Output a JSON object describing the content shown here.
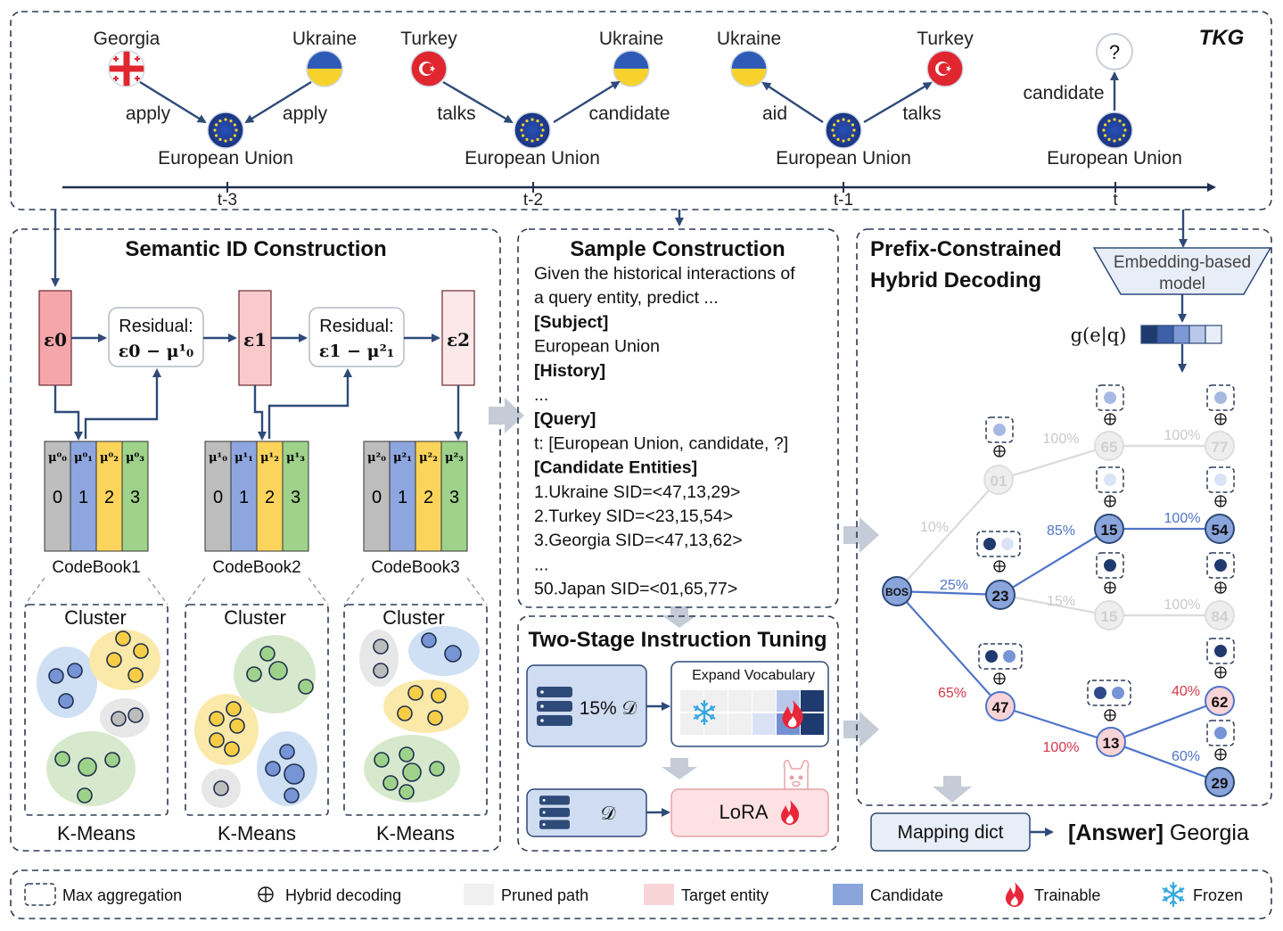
{
  "tkg": {
    "title": "TKG",
    "times": [
      "t-3",
      "t-2",
      "t-1",
      "t"
    ],
    "groups": [
      {
        "left": "Georgia",
        "right": "Ukraine",
        "left_rel": "apply",
        "right_rel": "apply",
        "center": "European Union"
      },
      {
        "left": "Turkey",
        "right": "Ukraine",
        "left_rel": "talks",
        "right_rel": "candidate",
        "center": "European Union"
      },
      {
        "left": "Ukraine",
        "right": "Turkey",
        "left_rel": "aid",
        "right_rel": "talks",
        "center": "European Union"
      },
      {
        "up": "?",
        "up_rel": "candidate",
        "center": "European Union"
      }
    ]
  },
  "semantic": {
    "title": "Semantic ID Construction",
    "eps": [
      "ε0",
      "ε1",
      "ε2"
    ],
    "residual_label": "Residual:",
    "residual_formulas": [
      "ε0 − μ¹₀",
      "ε1 − μ²₁"
    ],
    "codebooks": [
      {
        "name": "CodeBook1",
        "mu": [
          "μ⁰₀",
          "μ⁰₁",
          "μ⁰₂",
          "μ⁰₃"
        ]
      },
      {
        "name": "CodeBook2",
        "mu": [
          "μ¹₀",
          "μ¹₁",
          "μ¹₂",
          "μ¹₃"
        ]
      },
      {
        "name": "CodeBook3",
        "mu": [
          "μ²₀",
          "μ²₁",
          "μ²₂",
          "μ²₃"
        ]
      }
    ],
    "code_indices": [
      "0",
      "1",
      "2",
      "3"
    ],
    "cluster_label": "Cluster",
    "kmeans_label": "K-Means"
  },
  "sample": {
    "title": "Sample Construction",
    "lines": [
      {
        "text": "Given the historical interactions of",
        "bold": false
      },
      {
        "text": "a query entity, predict ...",
        "bold": false
      },
      {
        "text": "[Subject]",
        "bold": true
      },
      {
        "text": "European Union",
        "bold": false
      },
      {
        "text": "[History]",
        "bold": true
      },
      {
        "text": "...",
        "bold": false
      },
      {
        "text": "[Query]",
        "bold": true
      },
      {
        "text": "t: [European Union, candidate, ?]",
        "bold": false
      },
      {
        "text": "[Candidate Entities]",
        "bold": true
      },
      {
        "text": "1.Ukraine SID=<47,13,29>",
        "bold": false
      },
      {
        "text": "2.Turkey SID=<23,15,54>",
        "bold": false
      },
      {
        "text": "3.Georgia SID=<47,13,62>",
        "bold": false
      },
      {
        "text": "...",
        "bold": false
      },
      {
        "text": "50.Japan SID=<01,65,77>",
        "bold": false
      }
    ]
  },
  "tuning": {
    "title": "Two-Stage Instruction Tuning",
    "stage1_data": "15% 𝒟",
    "expand_label": "Expand Vocabulary",
    "stage2_data": "𝒟",
    "lora_label": "LoRA"
  },
  "decoding": {
    "title_line1": "Prefix-Constrained",
    "title_line2": "Hybrid Decoding",
    "model_label_line1": "Embedding-based",
    "model_label_line2": "model",
    "score_label": "g(e|q)",
    "mapping_label": "Mapping dict",
    "answer_prefix": "[Answer]",
    "answer_value": "Georgia",
    "nodes": {
      "bos": "BOS",
      "n01": "01",
      "n23": "23",
      "n47": "47",
      "n65": "65",
      "n15a": "15",
      "n15b": "15",
      "n13": "13",
      "n77": "77",
      "n54": "54",
      "n84": "84",
      "n62": "62",
      "n29": "29"
    },
    "edge_labels": {
      "bos_01": "10%",
      "bos_23": "25%",
      "bos_47": "65%",
      "e01_65": "100%",
      "e65_77": "100%",
      "e23_15": "85%",
      "e15_54": "100%",
      "e23_15b": "15%",
      "e15b_84": "100%",
      "e47_13": "100%",
      "e13_62": "40%",
      "e13_29": "60%"
    }
  },
  "legend": [
    "Max aggregation",
    "Hybrid decoding",
    "Pruned path",
    "Target entity",
    "Candidate",
    "Trainable",
    "Frozen"
  ],
  "colors": {
    "target": "#f9d4d6",
    "candidate": "#8aa4dc",
    "pruned": "#eeeeee",
    "code_gray": "#bdbdbd",
    "code_blue": "#8ea6df",
    "code_yellow": "#fbd45b",
    "code_green": "#9ed28a",
    "eu_blue": "#1f3e97",
    "ukraine_blue": "#2f5bb8",
    "ukraine_yellow": "#f7d22c",
    "turkey_red": "#e0262e",
    "fire": "#e8273a",
    "frozen": "#36a8e0"
  }
}
